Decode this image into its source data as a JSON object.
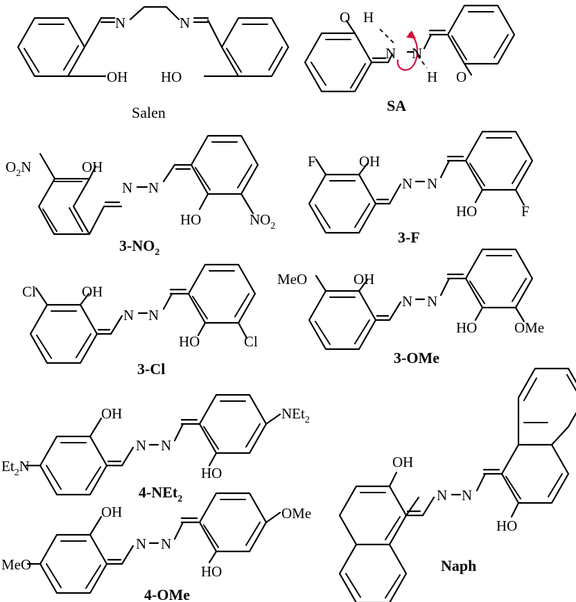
{
  "atoms": {
    "N": "N",
    "OH": "OH",
    "HO": "HO",
    "O": "O",
    "H": "H",
    "F": "F",
    "Cl": "Cl",
    "MeO": "MeO",
    "OMe": "OMe",
    "NO": "NO",
    "O_letter": "O",
    "two": "2",
    "NEt": "NEt",
    "Et": "Et",
    "N_atom": "N"
  },
  "compounds": {
    "salen": "Salen",
    "sa": "SA",
    "no2_main": "3-NO",
    "no2_sub": "2",
    "f": "3-F",
    "cl": "3-Cl",
    "ome3": "3-OMe",
    "net2_main": "4-NEt",
    "net2_sub": "2",
    "ome4": "4-OMe",
    "naph": "Naph"
  },
  "colors": {
    "bond": "#000000",
    "rotation_arrow": "#d0103a"
  }
}
